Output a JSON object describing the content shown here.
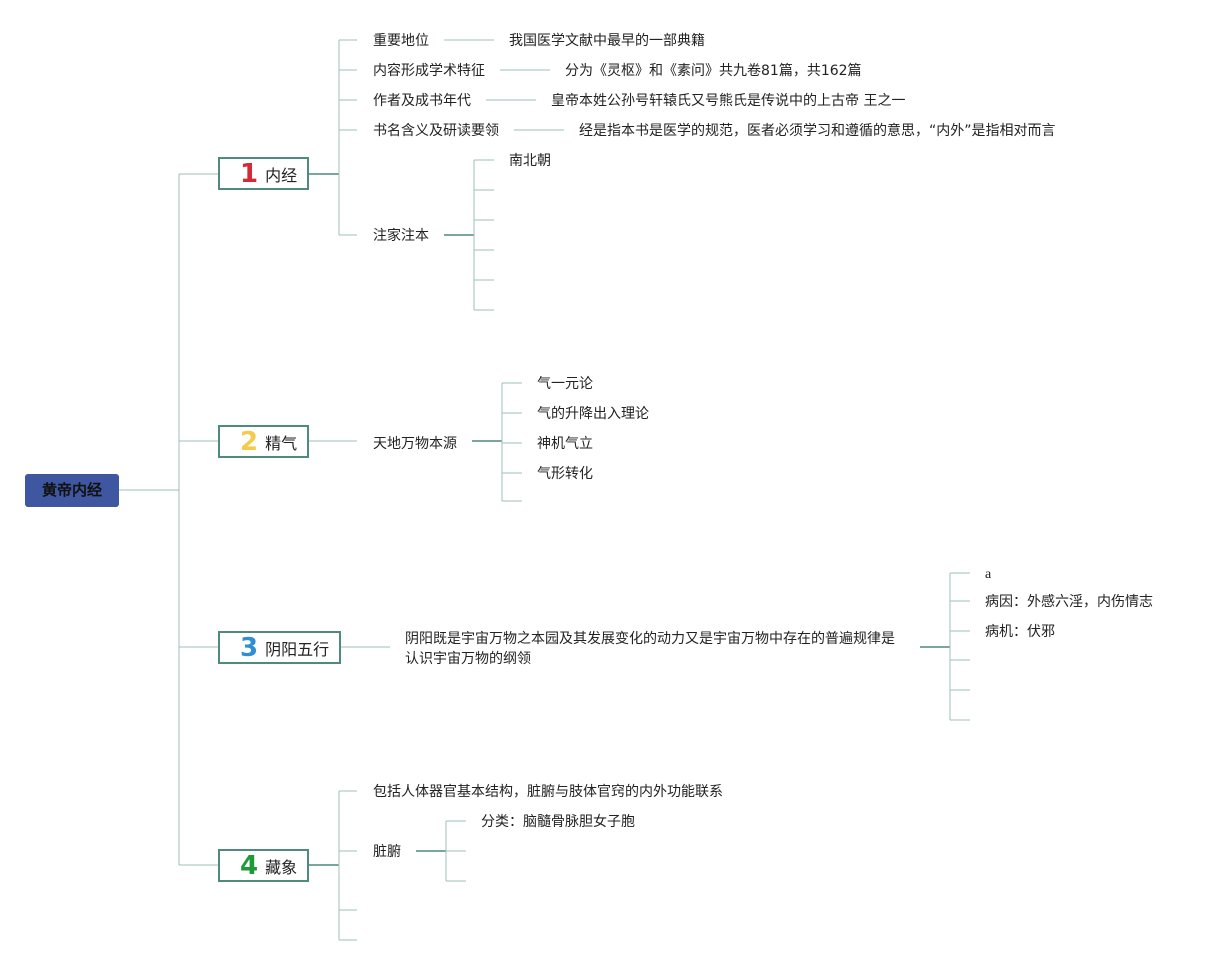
{
  "root": {
    "label": "黄帝内经"
  },
  "sections": [
    {
      "number": "1",
      "label": "内经",
      "color": "#d42a36",
      "children": [
        {
          "label": "重要地位",
          "detail": "我国医学文献中最早的一部典籍"
        },
        {
          "label": "内容形成学术特征",
          "detail": "分为《灵枢》和《素问》共九卷81篇，共162篇"
        },
        {
          "label": "作者及成书年代",
          "detail": "皇帝本姓公孙号轩辕氏又号熊氏是传说中的上古帝 王之一"
        },
        {
          "label": "书名含义及研读要领",
          "detail": "经是指本书是医学的规范，医者必须学习和遵循的意思，“内外”是指相对而言"
        },
        {
          "label": "注家注本",
          "items": [
            "南北朝",
            "",
            "",
            "",
            "",
            ""
          ]
        }
      ]
    },
    {
      "number": "2",
      "label": "精气",
      "color": "#f3cc4f",
      "children": [
        {
          "label": "天地万物本源",
          "items": [
            "气一元论",
            "气的升降出入理论",
            "神机气立",
            "气形转化",
            ""
          ]
        }
      ]
    },
    {
      "number": "3",
      "label": "阴阳五行",
      "color": "#2f8fd2",
      "children": [
        {
          "label": "阴阳既是宇宙万物之本园及其发展变化的动力又是宇宙万物中存在的普遍规律是认识宇宙万物的纲领",
          "items": [
            "a",
            "病因：外感六淫，内伤情志",
            "病机：伏邪",
            "",
            "",
            ""
          ]
        }
      ]
    },
    {
      "number": "4",
      "label": "藏象",
      "color": "#1f9a3a",
      "children": [
        {
          "label": "包括人体器官基本结构，脏腑与肢体官窍的内外功能联系"
        },
        {
          "label": "脏腑",
          "items": [
            "分类：脑髓骨脉胆女子胞",
            "",
            ""
          ]
        },
        {
          "label": ""
        },
        {
          "label": ""
        }
      ]
    }
  ],
  "colors": {
    "line": "#4e8a7d",
    "line_light": "#9fc2b8",
    "root_bg": "#3f56a0"
  }
}
